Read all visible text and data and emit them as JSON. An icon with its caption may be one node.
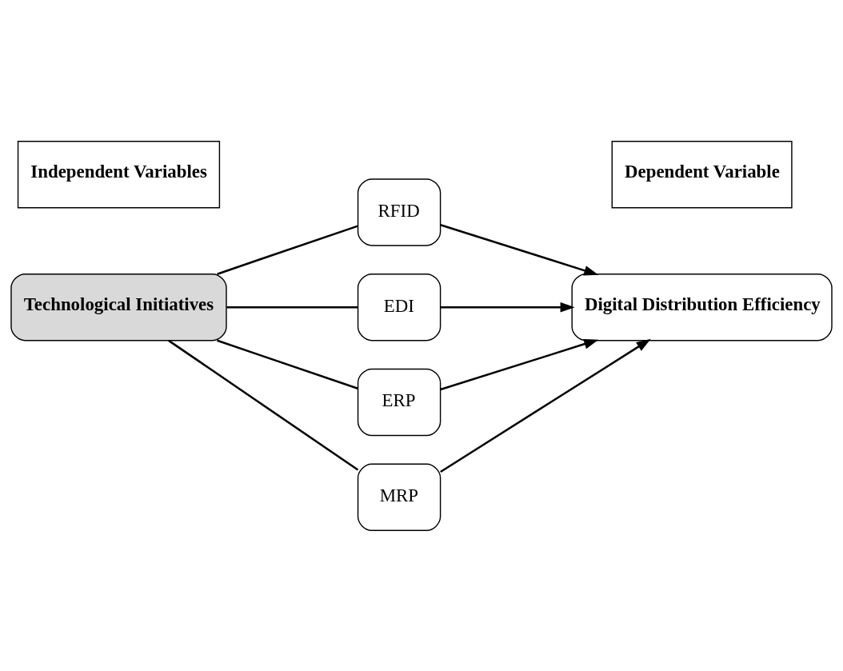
{
  "diagram": {
    "nodes": [
      {
        "text": [
          "Independent Variables"
        ]
      },
      {
        "text": [
          "Dependent Variable"
        ]
      },
      {
        "text": [
          "Technological Initiatives"
        ]
      },
      {
        "text": [
          "RFID"
        ]
      },
      {
        "text": [
          "EDI"
        ]
      },
      {
        "text": [
          "ERP"
        ]
      },
      {
        "text": [
          "MRP"
        ]
      },
      {
        "text": [
          "Digital Distribution Efficiency"
        ]
      }
    ],
    "edges": [
      {
        "from": 2,
        "to": 3,
        "arrow": "none"
      },
      {
        "from": 2,
        "to": 4,
        "arrow": "none"
      },
      {
        "from": 2,
        "to": 5,
        "arrow": "none"
      },
      {
        "from": 2,
        "to": 6,
        "arrow": "none"
      },
      {
        "from": 3,
        "to": 7,
        "arrow": "to"
      },
      {
        "from": 4,
        "to": 7,
        "arrow": "to"
      },
      {
        "from": 5,
        "to": 7,
        "arrow": "to"
      },
      {
        "from": 6,
        "to": 7,
        "arrow": "to"
      }
    ]
  }
}
